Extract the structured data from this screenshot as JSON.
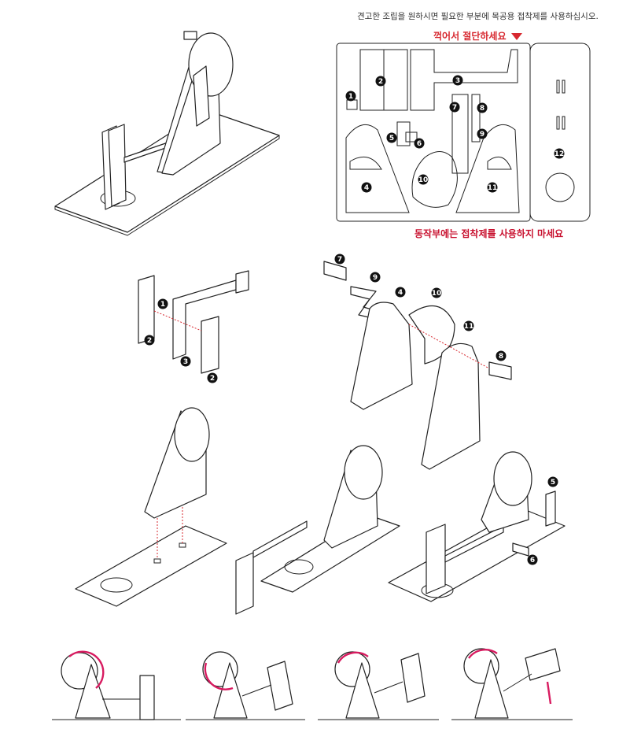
{
  "notes": {
    "top": "견고한 조립을 원하시면 필요한 부분에 목공용 접착제를 사용하십시오.",
    "cut": "꺽어서 절단하세요",
    "no_glue": "동작부에는 접착제를 사용하지 마세요"
  },
  "sheet_parts": [
    "1",
    "2",
    "3",
    "4",
    "5",
    "6",
    "7",
    "8",
    "9",
    "10",
    "11",
    "12"
  ],
  "step_badges": {
    "s1": [
      "1",
      "2",
      "3",
      "2"
    ],
    "s2": [
      "7",
      "9",
      "4",
      "10",
      "11",
      "8"
    ],
    "s3b": [
      "5",
      "6"
    ]
  },
  "colors": {
    "accent": "#d7282f",
    "motion_arrow": "#d81b60"
  }
}
